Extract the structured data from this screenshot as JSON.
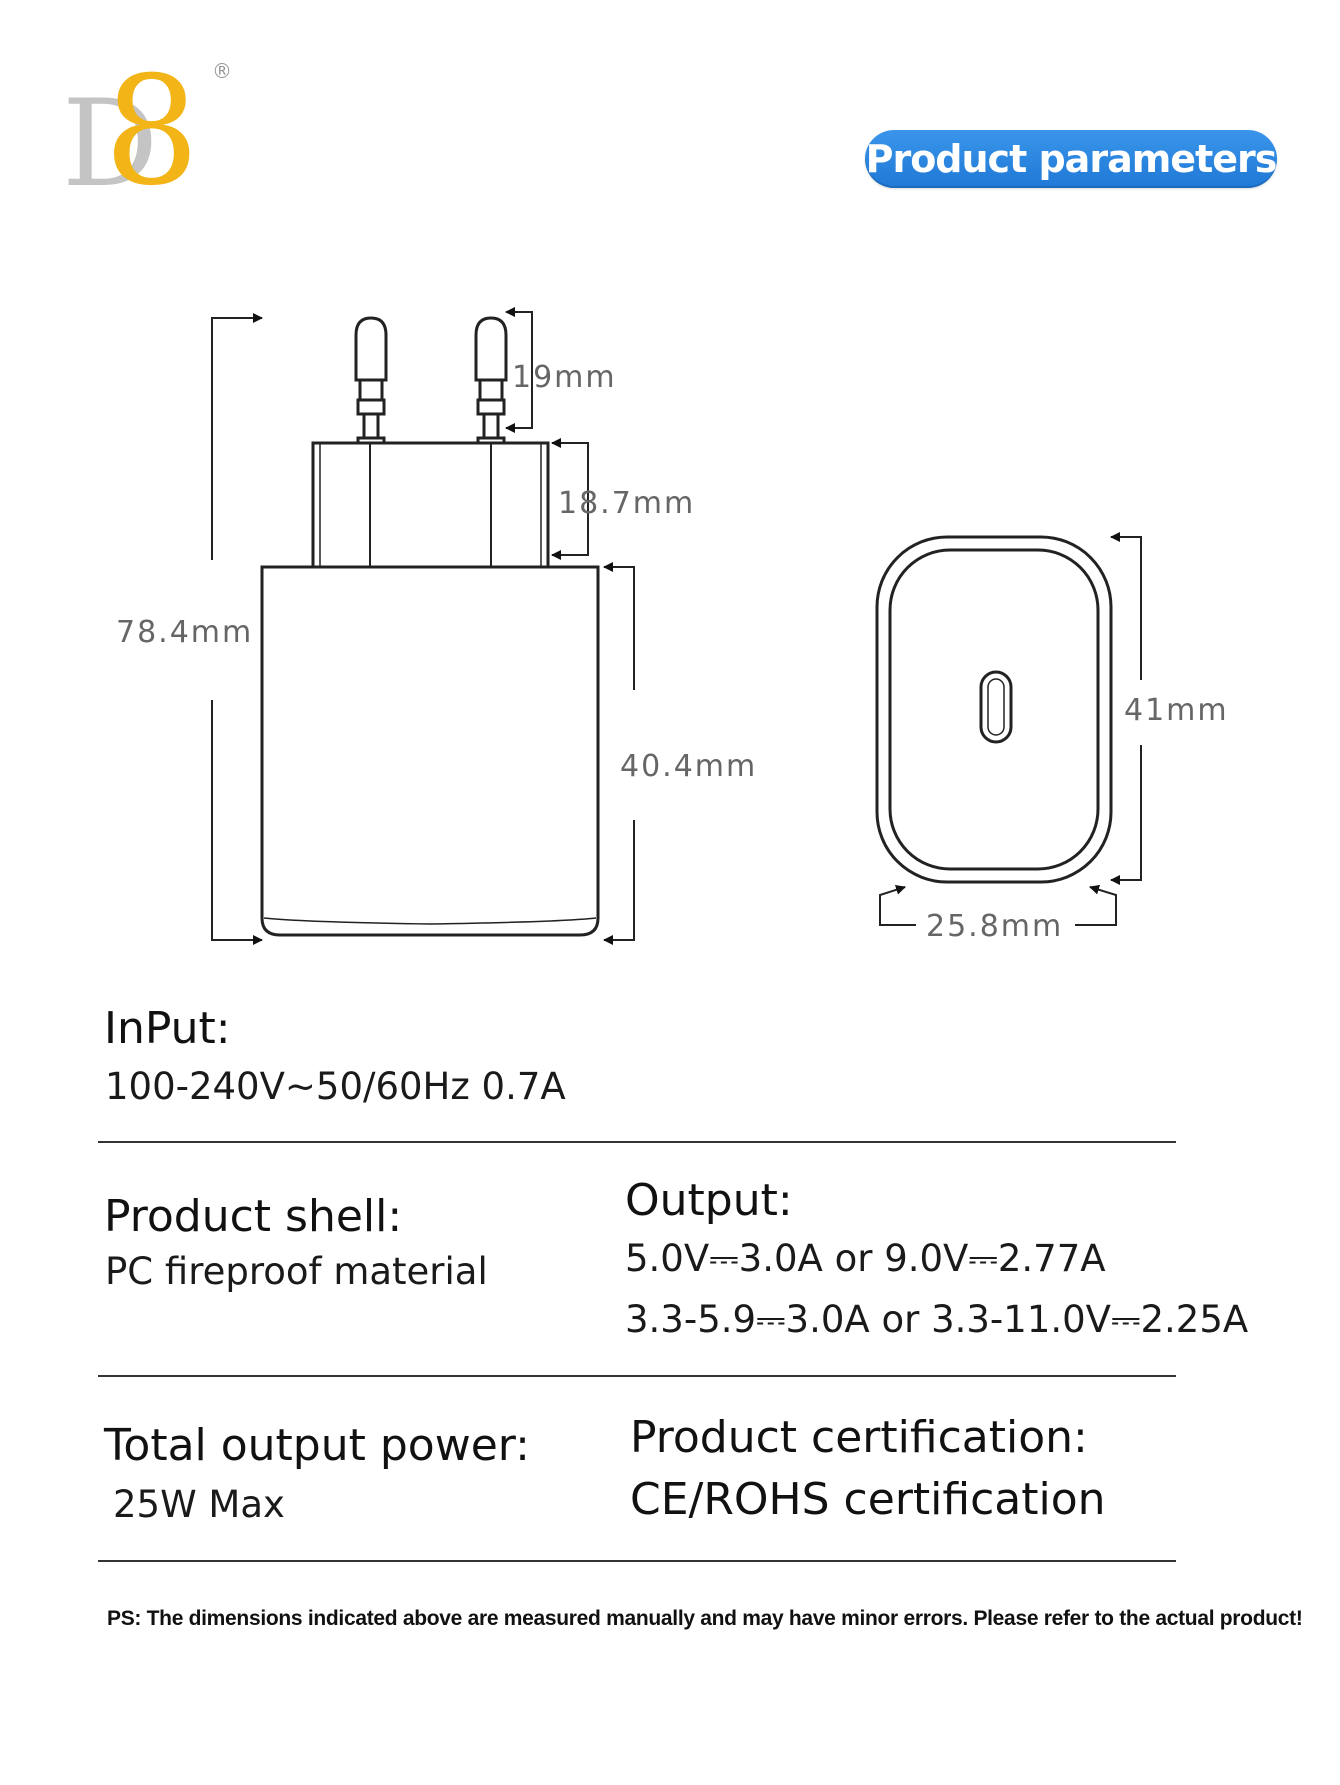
{
  "brand": {
    "logo_text": "D8",
    "registered_mark": "®",
    "colors": {
      "d": "#c4c4c4",
      "eight": "#f2b417"
    }
  },
  "header": {
    "badge_label": "Product parameters",
    "badge_color": "#2a88e3"
  },
  "dimensions": {
    "overall_height": "78.4mm",
    "pin_length": "19mm",
    "base_height": "18.7mm",
    "body_height": "40.4mm",
    "front_height": "41mm",
    "front_width": "25.8mm"
  },
  "specs": {
    "input": {
      "title": "InPut:",
      "value": "100-240V~50/60Hz  0.7A"
    },
    "shell": {
      "title": "Product shell:",
      "value": "PC fireproof material"
    },
    "output": {
      "title": "Output:",
      "line1": "5.0V⎓3.0A or 9.0V⎓2.77A",
      "line2": "3.3-5.9⎓3.0A or 3.3-11.0V⎓2.25A"
    },
    "power": {
      "title": "Total output power:",
      "value": "25W  Max"
    },
    "certification": {
      "title": "Product certification:",
      "value": "CE/ROHS certification"
    }
  },
  "footnote": "PS: The dimensions indicated above are measured manually and may have minor errors. Please refer to the actual product!"
}
